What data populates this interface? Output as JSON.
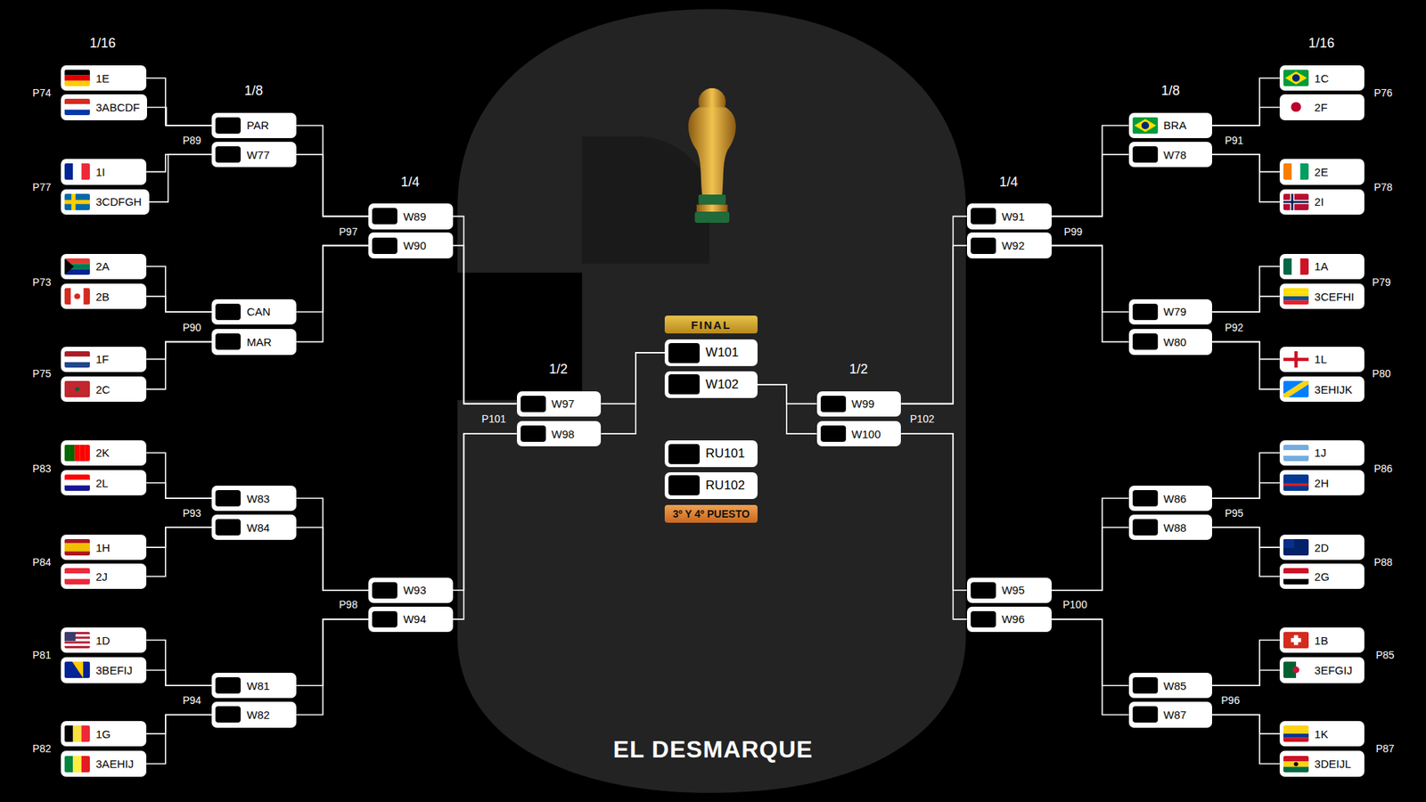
{
  "diagram": {
    "nodes": [
      {
        "text": [
          "1E"
        ]
      },
      {
        "text": [
          "3ABCDF"
        ]
      },
      {
        "text": [
          "1I"
        ]
      },
      {
        "text": [
          "3CDFGH"
        ]
      },
      {
        "text": [
          "2A"
        ]
      },
      {
        "text": [
          "2B"
        ]
      },
      {
        "text": [
          "1F"
        ]
      },
      {
        "text": [
          "2C"
        ]
      },
      {
        "text": [
          "2K"
        ]
      },
      {
        "text": [
          "2L"
        ]
      },
      {
        "text": [
          "1H"
        ]
      },
      {
        "text": [
          "2J"
        ]
      },
      {
        "text": [
          "1D"
        ]
      },
      {
        "text": [
          "3BEFIJ"
        ]
      },
      {
        "text": [
          "1G"
        ]
      },
      {
        "text": [
          "3AEHIJ"
        ]
      },
      {
        "text": [
          "PAR"
        ]
      },
      {
        "text": [
          "W77"
        ]
      },
      {
        "text": [
          "CAN"
        ]
      },
      {
        "text": [
          "MAR"
        ]
      },
      {
        "text": [
          "W83"
        ]
      },
      {
        "text": [
          "W84"
        ]
      },
      {
        "text": [
          "W81"
        ]
      },
      {
        "text": [
          "W82"
        ]
      },
      {
        "text": [
          "W89"
        ]
      },
      {
        "text": [
          "W90"
        ]
      },
      {
        "text": [
          "W93"
        ]
      },
      {
        "text": [
          "W94"
        ]
      },
      {
        "text": [
          "W97"
        ]
      },
      {
        "text": [
          "W98"
        ]
      },
      {
        "text": [
          "FINAL"
        ]
      },
      {
        "text": [
          "W101"
        ]
      },
      {
        "text": [
          "W102"
        ]
      },
      {
        "text": [
          "RU101"
        ]
      },
      {
        "text": [
          "RU102"
        ]
      },
      {
        "text": [
          "3º Y 4º PUESTO"
        ]
      },
      {
        "text": [
          "W99"
        ]
      },
      {
        "text": [
          "W100"
        ]
      },
      {
        "text": [
          "W91"
        ]
      },
      {
        "text": [
          "W92"
        ]
      },
      {
        "text": [
          "W95"
        ]
      },
      {
        "text": [
          "W96"
        ]
      },
      {
        "text": [
          "BRA"
        ]
      },
      {
        "text": [
          "W78"
        ]
      },
      {
        "text": [
          "W79"
        ]
      },
      {
        "text": [
          "W80"
        ]
      },
      {
        "text": [
          "W86"
        ]
      },
      {
        "text": [
          "W88"
        ]
      },
      {
        "text": [
          "W85"
        ]
      },
      {
        "text": [
          "W87"
        ]
      },
      {
        "text": [
          "1C"
        ]
      },
      {
        "text": [
          "2F"
        ]
      },
      {
        "text": [
          "2E"
        ]
      },
      {
        "text": [
          "2I"
        ]
      },
      {
        "text": [
          "1A"
        ]
      },
      {
        "text": [
          "3CEFHI"
        ]
      },
      {
        "text": [
          "1L"
        ]
      },
      {
        "text": [
          "3EHIJK"
        ]
      },
      {
        "text": [
          "1J"
        ]
      },
      {
        "text": [
          "2H"
        ]
      },
      {
        "text": [
          "2D"
        ]
      },
      {
        "text": [
          "2G"
        ]
      },
      {
        "text": [
          "1B"
        ]
      },
      {
        "text": [
          "3EFGIJ"
        ]
      },
      {
        "text": [
          "1K"
        ]
      },
      {
        "text": [
          "3DEIJL"
        ]
      }
    ],
    "edges": [
      {
        "from": 0,
        "to": 16,
        "arrow": "none"
      },
      {
        "from": 1,
        "to": 16,
        "arrow": "none"
      },
      {
        "from": 2,
        "to": 17,
        "arrow": "none"
      },
      {
        "from": 3,
        "to": 17,
        "arrow": "none"
      },
      {
        "from": 4,
        "to": 18,
        "arrow": "none"
      },
      {
        "from": 5,
        "to": 18,
        "arrow": "none"
      },
      {
        "from": 6,
        "to": 19,
        "arrow": "none"
      },
      {
        "from": 7,
        "to": 19,
        "arrow": "none"
      },
      {
        "from": 8,
        "to": 20,
        "arrow": "none"
      },
      {
        "from": 9,
        "to": 20,
        "arrow": "none"
      },
      {
        "from": 10,
        "to": 21,
        "arrow": "none"
      },
      {
        "from": 11,
        "to": 21,
        "arrow": "none"
      },
      {
        "from": 12,
        "to": 22,
        "arrow": "none"
      },
      {
        "from": 13,
        "to": 22,
        "arrow": "none"
      },
      {
        "from": 14,
        "to": 23,
        "arrow": "none"
      },
      {
        "from": 15,
        "to": 23,
        "arrow": "none"
      },
      {
        "from": 16,
        "to": 24,
        "arrow": "none"
      },
      {
        "from": 17,
        "to": 24,
        "arrow": "none"
      },
      {
        "from": 18,
        "to": 25,
        "arrow": "none"
      },
      {
        "from": 19,
        "to": 25,
        "arrow": "none"
      },
      {
        "from": 20,
        "to": 26,
        "arrow": "none"
      },
      {
        "from": 21,
        "to": 26,
        "arrow": "none"
      },
      {
        "from": 22,
        "to": 27,
        "arrow": "none"
      },
      {
        "from": 23,
        "to": 27,
        "arrow": "none"
      },
      {
        "from": 24,
        "to": 28,
        "arrow": "none"
      },
      {
        "from": 25,
        "to": 28,
        "arrow": "none"
      },
      {
        "from": 26,
        "to": 29,
        "arrow": "none"
      },
      {
        "from": 27,
        "to": 29,
        "arrow": "none"
      },
      {
        "from": 28,
        "to": 31,
        "arrow": "none"
      },
      {
        "from": 29,
        "to": 31,
        "arrow": "none"
      },
      {
        "from": 36,
        "to": 32,
        "arrow": "none"
      },
      {
        "from": 37,
        "to": 32,
        "arrow": "none"
      },
      {
        "from": 38,
        "to": 36,
        "arrow": "none"
      },
      {
        "from": 39,
        "to": 36,
        "arrow": "none"
      },
      {
        "from": 40,
        "to": 37,
        "arrow": "none"
      },
      {
        "from": 41,
        "to": 37,
        "arrow": "none"
      },
      {
        "from": 42,
        "to": 38,
        "arrow": "none"
      },
      {
        "from": 43,
        "to": 38,
        "arrow": "none"
      },
      {
        "from": 44,
        "to": 39,
        "arrow": "none"
      },
      {
        "from": 45,
        "to": 39,
        "arrow": "none"
      },
      {
        "from": 46,
        "to": 40,
        "arrow": "none"
      },
      {
        "from": 47,
        "to": 40,
        "arrow": "none"
      },
      {
        "from": 48,
        "to": 41,
        "arrow": "none"
      },
      {
        "from": 49,
        "to": 41,
        "arrow": "none"
      },
      {
        "from": 50,
        "to": 42,
        "arrow": "none"
      },
      {
        "from": 51,
        "to": 42,
        "arrow": "none"
      },
      {
        "from": 52,
        "to": 43,
        "arrow": "none"
      },
      {
        "from": 53,
        "to": 43,
        "arrow": "none"
      },
      {
        "from": 54,
        "to": 44,
        "arrow": "none"
      },
      {
        "from": 55,
        "to": 44,
        "arrow": "none"
      },
      {
        "from": 56,
        "to": 45,
        "arrow": "none"
      },
      {
        "from": 57,
        "to": 45,
        "arrow": "none"
      },
      {
        "from": 58,
        "to": 46,
        "arrow": "none"
      },
      {
        "from": 59,
        "to": 46,
        "arrow": "none"
      },
      {
        "from": 60,
        "to": 47,
        "arrow": "none"
      },
      {
        "from": 61,
        "to": 47,
        "arrow": "none"
      },
      {
        "from": 62,
        "to": 48,
        "arrow": "none"
      },
      {
        "from": 63,
        "to": 48,
        "arrow": "none"
      },
      {
        "from": 64,
        "to": 49,
        "arrow": "none"
      },
      {
        "from": 65,
        "to": 49,
        "arrow": "none"
      }
    ],
    "labels": [
      "1/16",
      "1/8",
      "1/4",
      "1/2",
      "1/2",
      "1/4",
      "1/8",
      "1/16",
      "P74",
      "P77",
      "P73",
      "P75",
      "P83",
      "P84",
      "P81",
      "P82",
      "P89",
      "P90",
      "P93",
      "P94",
      "P97",
      "P98",
      "P101",
      "P102",
      "P99",
      "P100",
      "P91",
      "P92",
      "P95",
      "P96",
      "P76",
      "P78",
      "P79",
      "P80",
      "P86",
      "P88",
      "P85",
      "P87",
      "EL DESMARQUE"
    ]
  }
}
